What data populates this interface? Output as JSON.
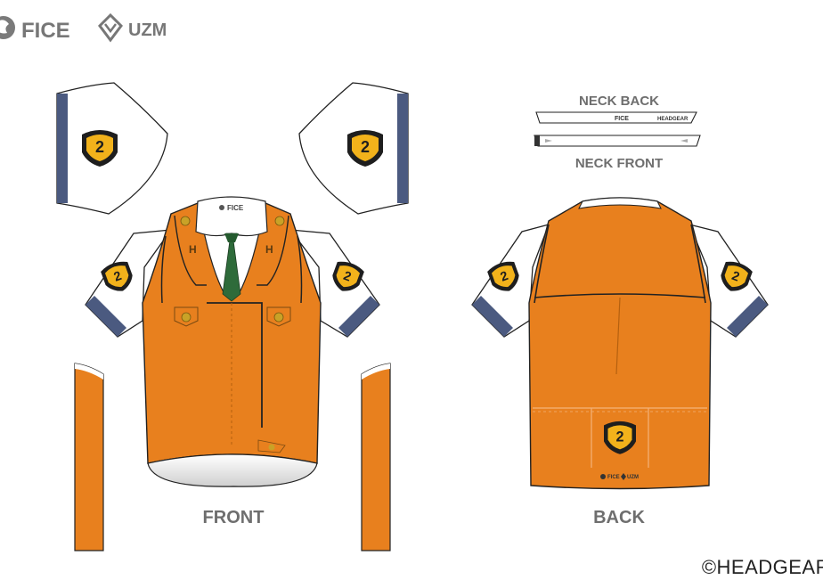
{
  "brands": {
    "left": "FICE",
    "right": "UZM"
  },
  "labels": {
    "front": "FRONT",
    "back": "BACK",
    "neck_back": "NECK BACK",
    "neck_front": "NECK FRONT"
  },
  "small_print": {
    "collar_brand": "FICE",
    "neck_brand": "FICE",
    "neck_maker": "HEADGEAR",
    "hem_brand_left": "FICE",
    "hem_brand_right": "UZM"
  },
  "copyright": "©HEADGEAR",
  "colors": {
    "orange": "#E8801E",
    "white": "#FFFFFF",
    "navy": "#4B5A80",
    "tie_green": "#2E6B3A",
    "badge_yellow": "#F2B21B",
    "outline": "#222222"
  },
  "icons": [
    "fice-logo-icon",
    "uzm-logo-icon",
    "uzm-badge-icon"
  ]
}
